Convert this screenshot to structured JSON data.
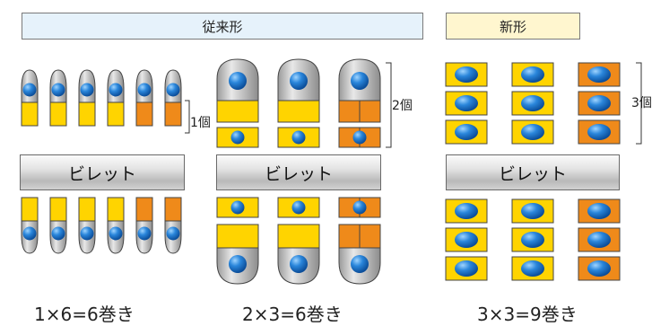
{
  "header": {
    "old": "従来形",
    "new": "新形"
  },
  "billet_label": "ビレット",
  "brackets": {
    "one": "1個",
    "two": "2個",
    "three": "3個"
  },
  "captions": [
    "1×6=6巻き",
    "2×3=6巻き",
    "3×3=9巻き"
  ],
  "colors": {
    "yellow": "#ffd400",
    "orange": "#ef8a1a",
    "blue": "#1f74c8",
    "gray": "#d9d9d9",
    "outline": "#444444"
  }
}
